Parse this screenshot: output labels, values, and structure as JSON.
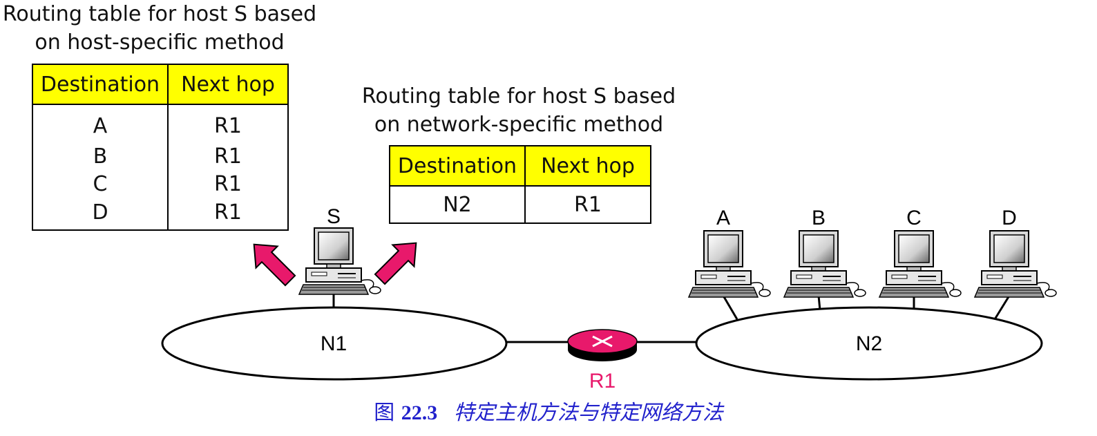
{
  "host_table": {
    "title_line1": "Routing table for host S based",
    "title_line2": "on host-specific method",
    "headers": [
      "Destination",
      "Next hop"
    ],
    "rows": [
      [
        "A",
        "R1"
      ],
      [
        "B",
        "R1"
      ],
      [
        "C",
        "R1"
      ],
      [
        "D",
        "R1"
      ]
    ]
  },
  "network_table": {
    "title_line1": "Routing table for host S based",
    "title_line2": "on network-specific method",
    "headers": [
      "Destination",
      "Next hop"
    ],
    "rows": [
      [
        "N2",
        "R1"
      ]
    ]
  },
  "nodes": {
    "host_s": "S",
    "hosts": [
      "A",
      "B",
      "C",
      "D"
    ],
    "network_1": "N1",
    "network_2": "N2",
    "router": "R1"
  },
  "figure_caption": {
    "prefix": "图",
    "number": "22.3",
    "text": "特定主机方法与特定网络方法"
  },
  "colors": {
    "table_header": "#ffff00",
    "arrow": "#e8196b",
    "router": "#e8196b",
    "caption": "#2222cc"
  }
}
